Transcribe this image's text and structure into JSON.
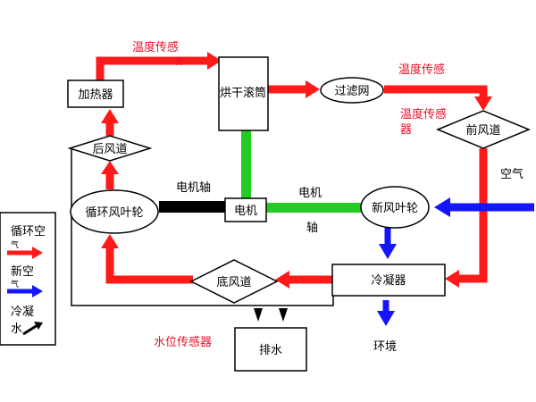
{
  "colors": {
    "circulating_air": "#ff1a1a",
    "fresh_air": "#1414ff",
    "condensate": "#000000",
    "shaft_green": "#22cc22",
    "shaft_black": "#000000",
    "label_red": "#e8102a"
  },
  "nodes": {
    "heater": "加热器",
    "drum": "烘干滚筒",
    "filter": "过滤网",
    "front_duct": "前风道",
    "rear_duct": "后风道",
    "circ_fan": "循环风叶轮",
    "motor": "电机",
    "fresh_fan": "新风叶轮",
    "condenser": "冷凝器",
    "bottom_duct": "底风道",
    "drain": "排水"
  },
  "labels": {
    "temp_sensor_top": [
      "温度传感",
      "器"
    ],
    "temp_sensor_right_1": "温度传感",
    "temp_sensor_right_2": [
      "温度传感",
      "器"
    ],
    "shaft_left": "电机轴",
    "shaft_right": [
      "电机",
      "轴"
    ],
    "air": "空气",
    "environment": "环境",
    "water_sensor": "水位传感器"
  },
  "legend": {
    "circulating": [
      "循环空",
      "气"
    ],
    "fresh": [
      "新空",
      "气"
    ],
    "condensate": [
      "冷凝",
      "水"
    ]
  }
}
